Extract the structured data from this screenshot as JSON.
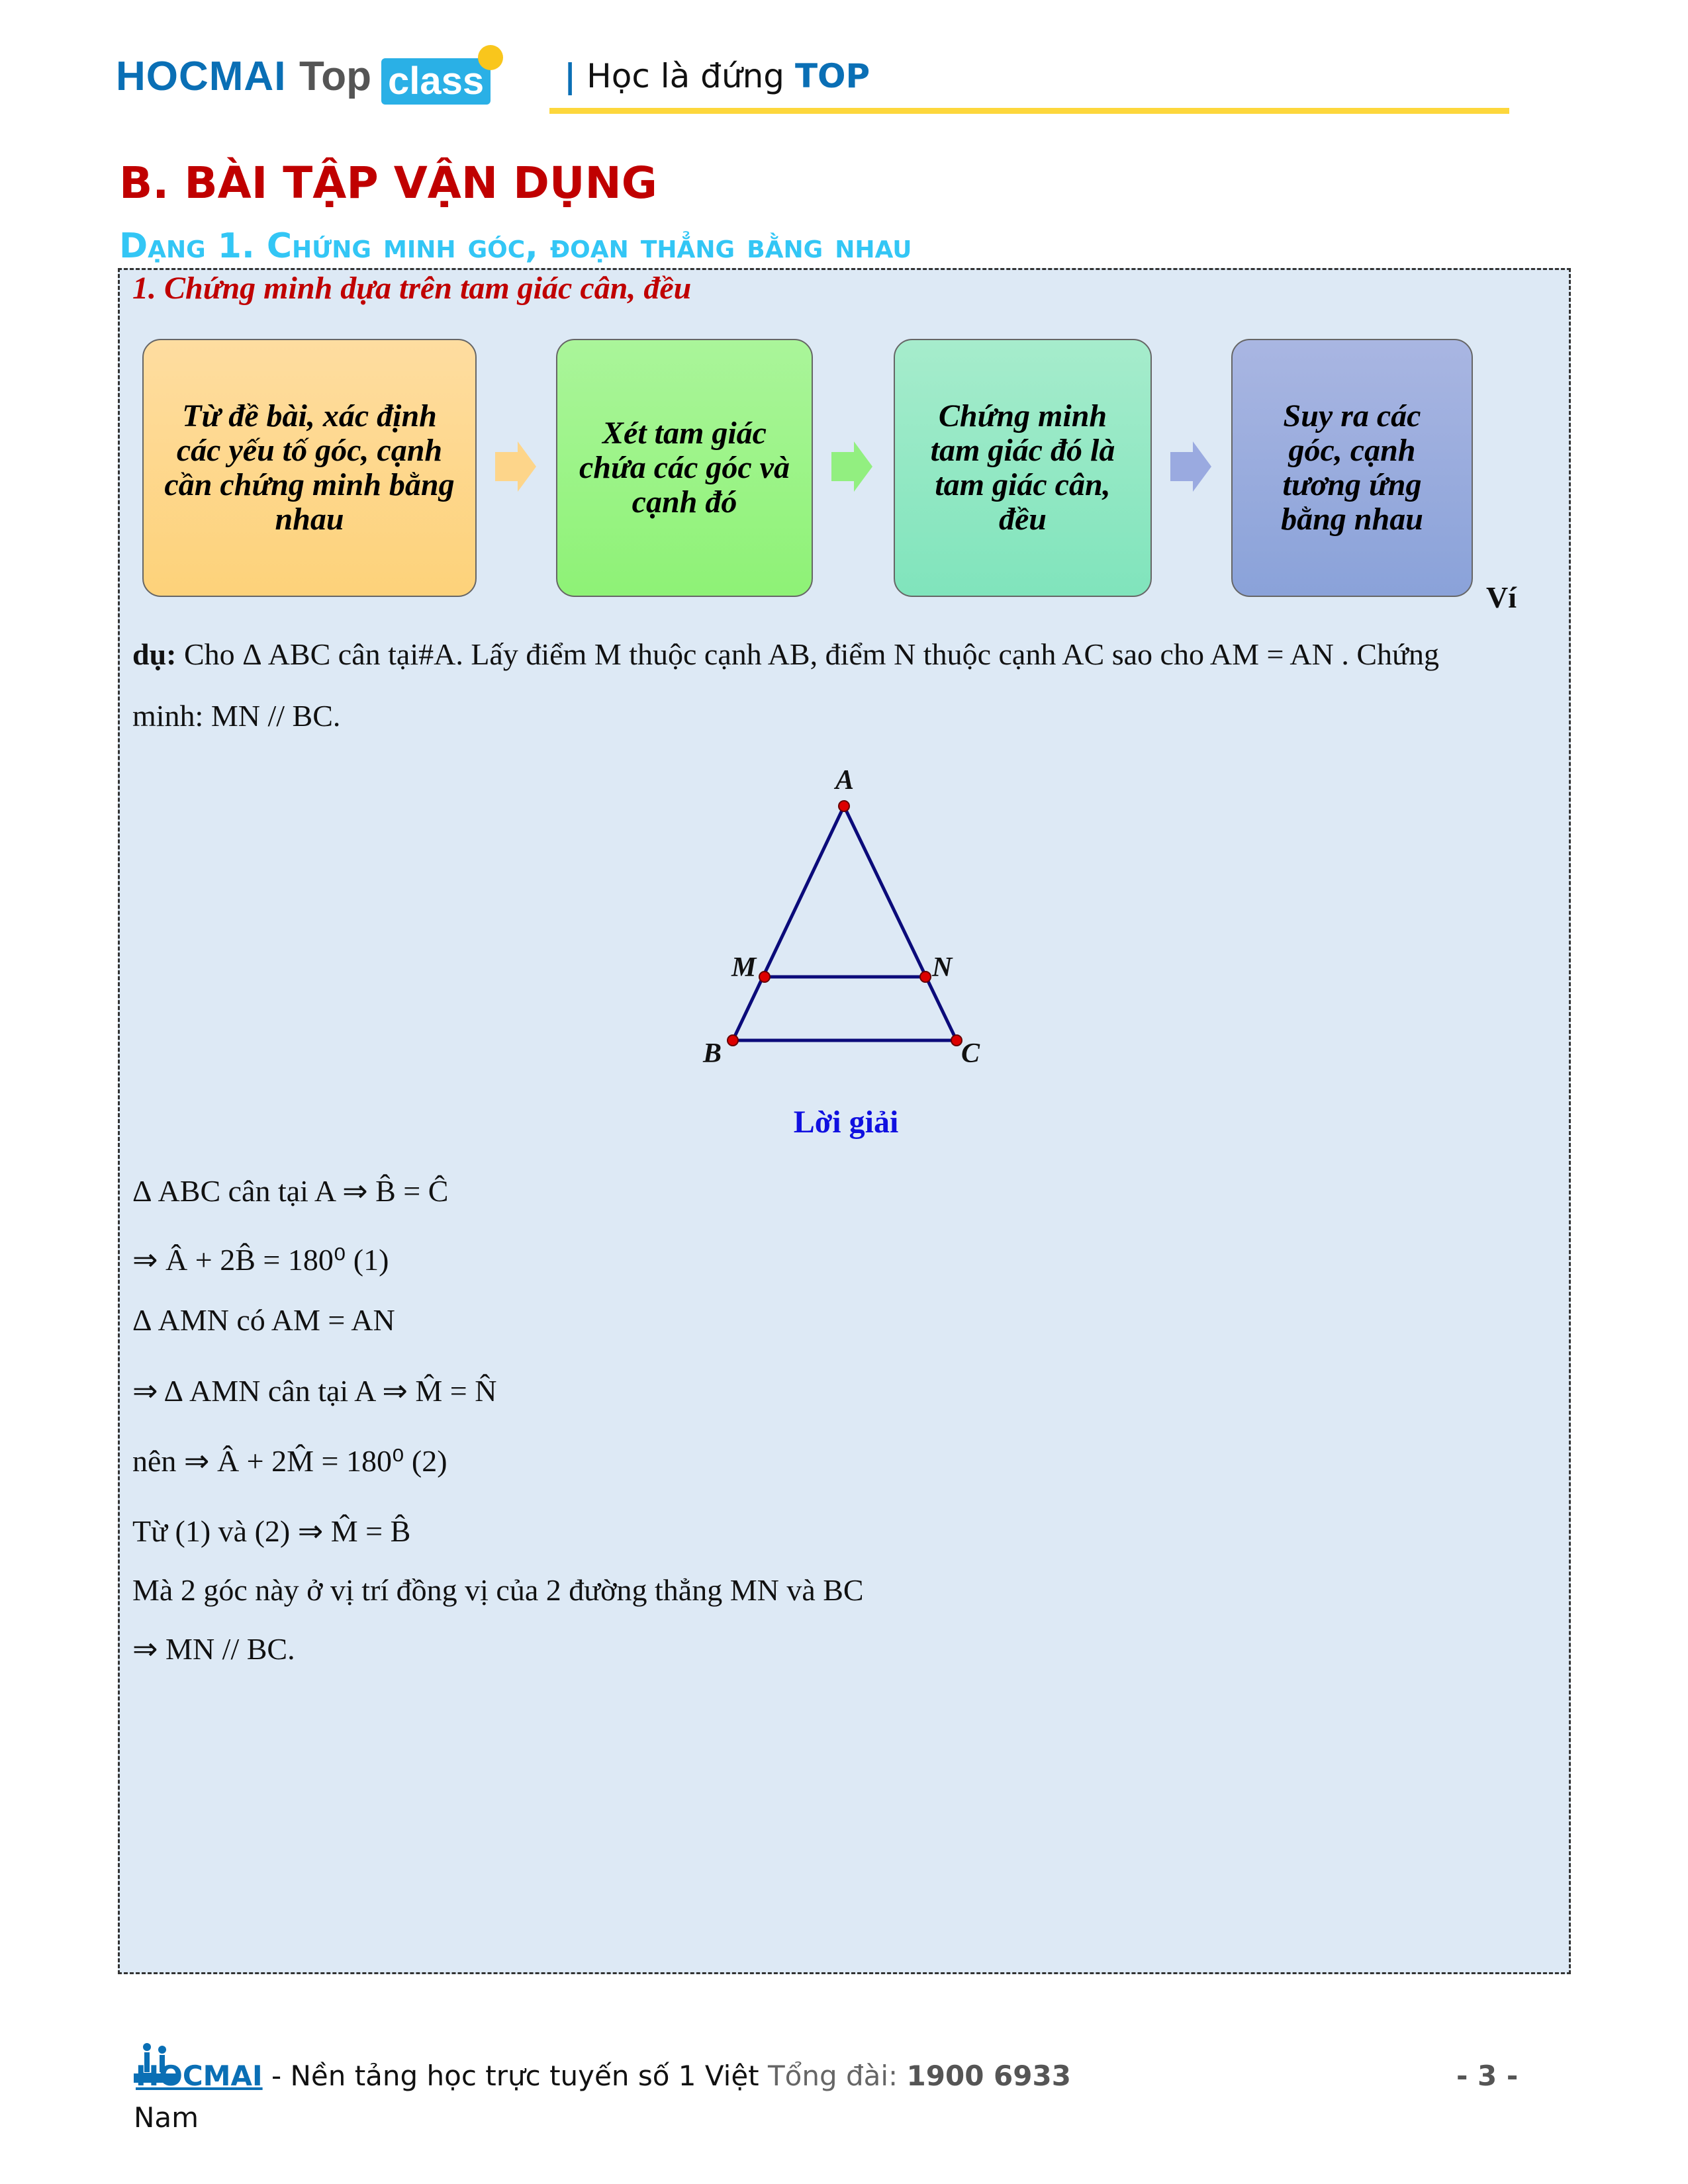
{
  "header": {
    "logo_hocmai": "HOCMAI",
    "logo_top": "Top",
    "logo_class": "class",
    "tagline_bar": "|",
    "tagline": "Học là đứng",
    "tagline_top": "TOP"
  },
  "section_title": "B. BÀI TẬP VẬN DỤNG",
  "dang_title": "Dạng 1. Chứng minh góc, đoạn thẳng bằng nhau",
  "subsection": "1. Chứng minh dựa trên tam giác cân, đều",
  "flow": [
    {
      "text": "Từ đề bài, xác định các yếu tố góc, cạnh cần chứng minh bằng nhau",
      "color_top": "#fedda0",
      "color_bottom": "#fdd27a"
    },
    {
      "text": "Xét tam giác chứa các góc và cạnh đó",
      "color_top": "#aaf59a",
      "color_bottom": "#8ef276"
    },
    {
      "text": "Chứng minh tam giác đó là tam giác cân, đều",
      "color_top": "#a6eccc",
      "color_bottom": "#80e4bc"
    },
    {
      "text": "Suy ra các góc, cạnh tương ứng bằng nhau",
      "color_top": "#a9b6e2",
      "color_bottom": "#8aa2d9"
    }
  ],
  "example": {
    "vi": "Ví",
    "du": "dụ:",
    "text": " Cho  Δ ABC cân tại#A. Lấy điểm M thuộc cạnh AB, điểm N thuộc cạnh AC sao cho  AM = AN . Chứng",
    "text2": "minh: MN // BC."
  },
  "figure": {
    "labels": {
      "A": "A",
      "B": "B",
      "C": "C",
      "M": "M",
      "N": "N"
    }
  },
  "solution_title": "Lời giải",
  "solution": [
    "Δ ABC cân tại A  ⇒ B̂ = Ĉ",
    "⇒ Â + 2B̂ = 180⁰  (1)",
    "Δ AMN có  AM = AN",
    "⇒ Δ AMN cân tại A  ⇒ M̂ = N̂",
    "nên  ⇒ Â + 2M̂ = 180⁰  (2)",
    "Từ (1) và (2)  ⇒ M̂ = B̂",
    "Mà 2 góc này ở vị trí đồng vị của 2 đường thẳng MN và BC",
    "⇒  MN // BC."
  ],
  "footer": {
    "brand": "HOCMAI",
    "text": " - Nền tảng học trực tuyến số 1 Việt",
    "hotline_label": "  Tổng đài: ",
    "hotline": "1900 6933",
    "text2": "Nam",
    "page": "- 3 -"
  }
}
